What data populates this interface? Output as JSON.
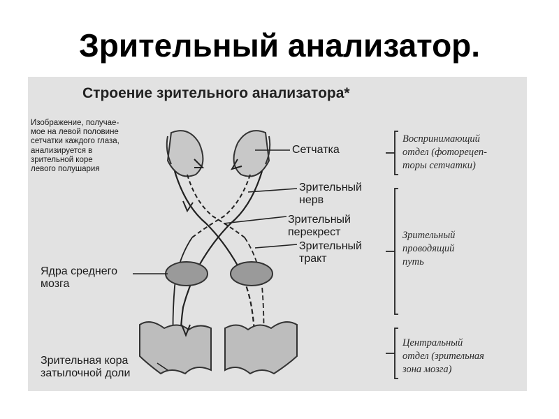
{
  "title": "Зрительный анализатор.",
  "figure": {
    "heading": "Строение зрительного анализатора*",
    "left_note": [
      "Изображение, получае-",
      "мое на левой половине",
      "сетчатки каждого глаза,",
      "анализируется в",
      "зрительной коре",
      "левого полушария"
    ],
    "labels": {
      "retina": "Сетчатка",
      "optic_nerve": [
        "Зрительный",
        "нерв"
      ],
      "chiasm": [
        "Зрительный",
        "перекрест"
      ],
      "tract": [
        "Зрительный",
        "тракт"
      ],
      "midbrain": [
        "Ядра среднего",
        "мозга"
      ],
      "cortex": [
        "Зрительная кора",
        "затылочной доли"
      ]
    },
    "sections": {
      "perceiving": [
        "Воспринимающий",
        "отдел (фоторецеп-",
        "торы сетчатки)"
      ],
      "conducting": [
        "Зрительный",
        "проводящий",
        "путь"
      ],
      "central": [
        "Центральный",
        "отдел (зрительная",
        "зона мозга)"
      ]
    }
  }
}
